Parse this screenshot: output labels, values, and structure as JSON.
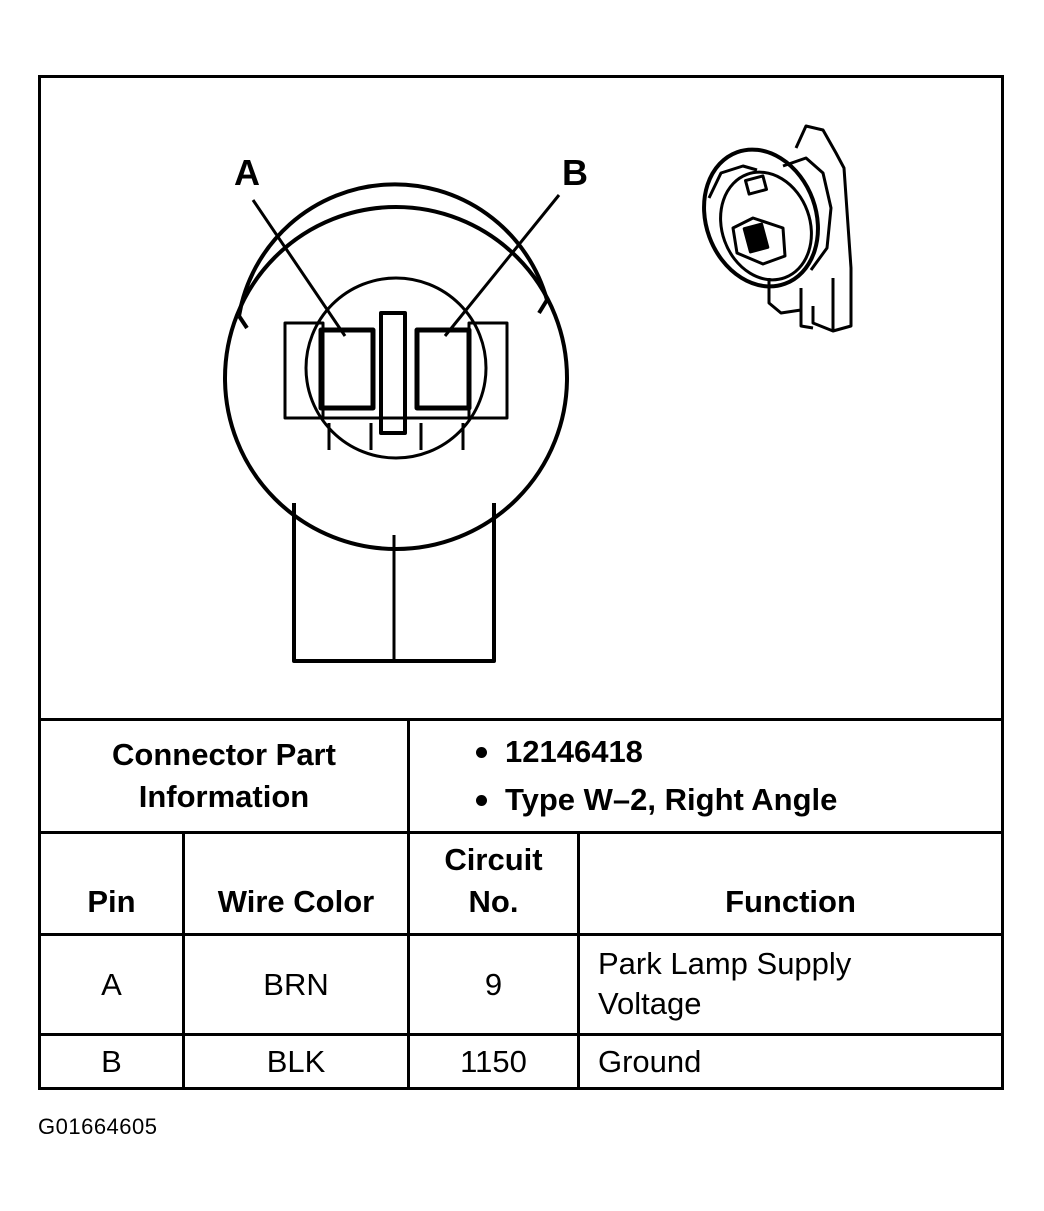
{
  "diagram": {
    "pin_label_a": "A",
    "pin_label_b": "B"
  },
  "connector_info": {
    "heading": "Connector Part Information",
    "items": [
      "12146418",
      "Type W–2, Right Angle"
    ]
  },
  "pin_table": {
    "headers": {
      "pin": "Pin",
      "wire_color": "Wire Color",
      "circuit": "Circuit No.",
      "function": "Function"
    },
    "rows": [
      {
        "pin": "A",
        "wire_color": "BRN",
        "circuit": "9",
        "function": "Park Lamp Supply Voltage"
      },
      {
        "pin": "B",
        "wire_color": "BLK",
        "circuit": "1150",
        "function": "Ground"
      }
    ]
  },
  "figure_id": "G01664605"
}
